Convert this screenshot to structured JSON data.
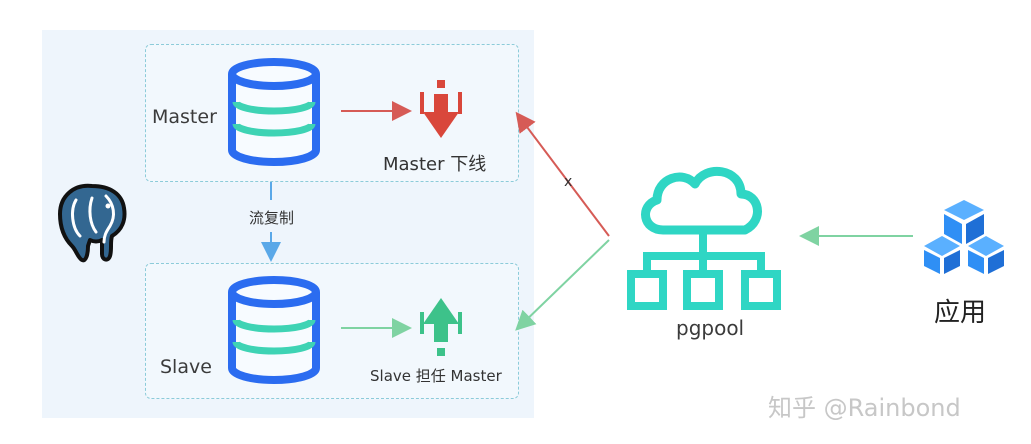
{
  "cluster": {
    "master": {
      "label": "Master"
    },
    "slave": {
      "label": "Slave"
    },
    "replication_label": "流复制",
    "master_offline_label": "Master 下线",
    "slave_promote_label": "Slave 担任 Master"
  },
  "pgpool": {
    "label": "pgpool",
    "failed_route_mark": "x"
  },
  "app": {
    "label": "应用"
  },
  "watermark": "知乎 @Rainbond",
  "colors": {
    "db_blue": "#2b6cf0",
    "db_stripe": "#3ed3b4",
    "offline_red": "#d9473b",
    "promote_green": "#3dc28a",
    "route_red": "#d65b56",
    "route_green": "#7fd3a2",
    "replication_blue": "#5aa8e8",
    "pgpool_teal": "#2fd6c4",
    "app_blue": "#2f8ff5",
    "elephant_blue": "#336791"
  }
}
